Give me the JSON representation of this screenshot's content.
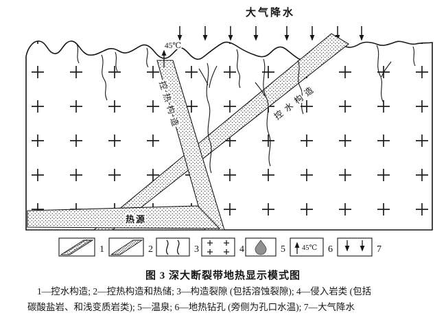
{
  "header": {
    "precipitation_label": "大气降水"
  },
  "diagram": {
    "borehole_temp": "45℃",
    "heat_control_label": "控热构造",
    "water_control_label": "控水构造",
    "heat_source_label": "热源"
  },
  "legend": {
    "items": [
      {
        "num": "1",
        "symbol": "water-control-structure-band"
      },
      {
        "num": "2",
        "symbol": "heat-control-structure-band"
      },
      {
        "num": "3",
        "symbol": "tectonic-fracture-lines"
      },
      {
        "num": "4",
        "symbol": "intrusive-rock-plus-pattern"
      },
      {
        "num": "5",
        "symbol": "hot-spring-droplet"
      },
      {
        "num": "6",
        "symbol": "geothermal-borehole-arrow",
        "label": "45℃"
      },
      {
        "num": "7",
        "symbol": "precipitation-arrows"
      }
    ]
  },
  "caption": "图 3  深大断裂带地热显示模式图",
  "description": {
    "line1": "1—控水构造; 2—控热构造和热储; 3—构造裂隙 (包括溶蚀裂隙); 4—侵入岩类 (包括",
    "line2": "碳酸盐岩、和浅变质岩类); 5—温泉; 6—地热钻孔 (旁侧为孔口水温); 7—大气降水"
  },
  "colors": {
    "ink": "#1a1a1a",
    "stipple_dot": "#2a2a2a",
    "droplet": "#909090"
  }
}
